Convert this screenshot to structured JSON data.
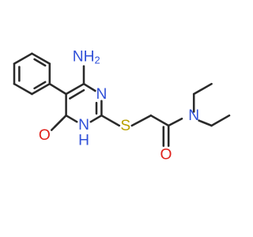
{
  "molecule": {
    "colors": {
      "bond": "#2a2a2a",
      "nitrogen": "#3050d8",
      "oxygen": "#e0211c",
      "sulfur": "#b8a000",
      "background": "#ffffff"
    },
    "atoms": [
      {
        "id": "nh2_amino",
        "element": "N",
        "label": "NH",
        "subscript": "2"
      },
      {
        "id": "n_ring_top",
        "element": "N",
        "label": "N"
      },
      {
        "id": "nh_ring",
        "element": "N",
        "label": "N",
        "h_label": "H"
      },
      {
        "id": "o_ketone",
        "element": "O",
        "label": "O"
      },
      {
        "id": "s_thioether",
        "element": "S",
        "label": "S"
      },
      {
        "id": "o_amide",
        "element": "O",
        "label": "O"
      },
      {
        "id": "n_amide",
        "element": "N",
        "label": "N"
      }
    ]
  }
}
